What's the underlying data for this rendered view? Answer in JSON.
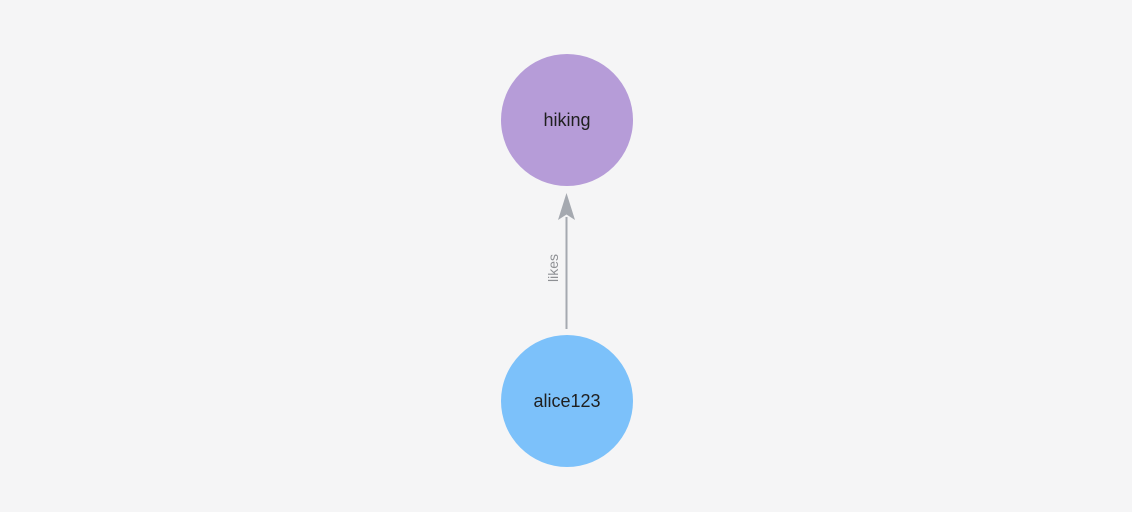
{
  "canvas": {
    "background": "#f5f5f6"
  },
  "graph": {
    "nodes": [
      {
        "label": "hiking",
        "color": "#b69cd8",
        "text_color": "#1f1f1f"
      },
      {
        "label": "alice123",
        "color": "#7cc1fa",
        "text_color": "#1f1f1f"
      }
    ],
    "edge": {
      "label": "likes",
      "from": "alice123",
      "to": "hiking",
      "direction": "up",
      "color": "#a5a9b0",
      "label_color": "#8e9094"
    }
  }
}
